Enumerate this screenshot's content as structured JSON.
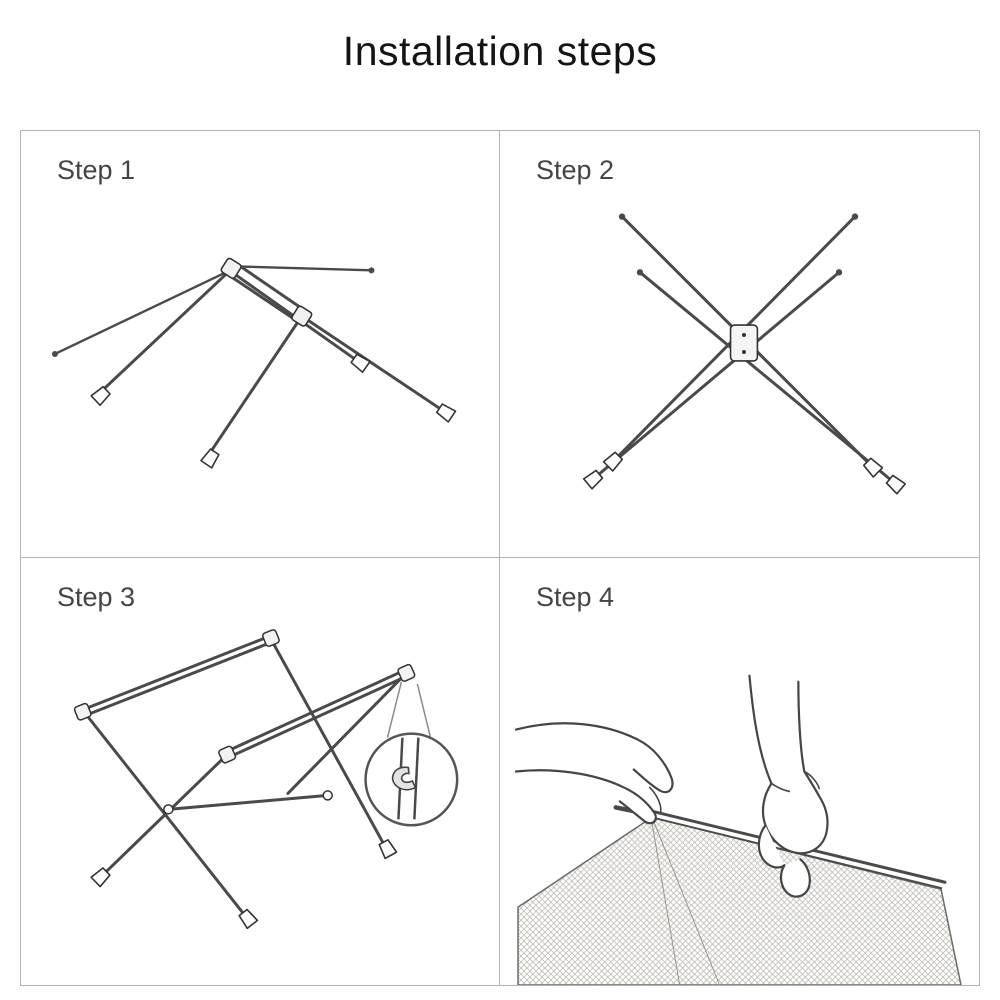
{
  "title": "Installation steps",
  "steps": [
    {
      "label": "Step 1",
      "illustration": "folded-frame-unfolding"
    },
    {
      "label": "Step 2",
      "illustration": "crossed-legs-upright"
    },
    {
      "label": "Step 3",
      "illustration": "assembled-frame-with-clip-detail"
    },
    {
      "label": "Step 4",
      "illustration": "stretching-fabric-over-corner"
    }
  ],
  "colors": {
    "line": "#4a4a4a",
    "border": "#b3b3b3",
    "label": "#454545",
    "mesh": "#b6b2a8"
  }
}
